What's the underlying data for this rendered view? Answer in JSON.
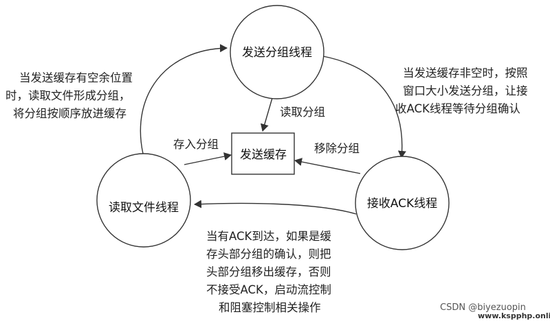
{
  "nodes": {
    "send_thread": "发送分组线程",
    "read_thread": "读取文件线程",
    "ack_thread": "接收ACK线程",
    "send_buffer": "发送缓存"
  },
  "edges": {
    "read_group": "读取分组",
    "store_group": "存入分组",
    "remove_group": "移除分组"
  },
  "notes": {
    "left": [
      "当发送缓存有空余位置",
      "时，读取文件形成分组，",
      "将分组按顺序放进缓存"
    ],
    "right": [
      "当发送缓存非空时，按照",
      "窗口大小发送分组，让接",
      "收ACK线程等待分组确认"
    ],
    "bottom": [
      "当有ACK到达，如果是缓",
      "存头部分组的确认，则把",
      "头部分组移出缓存，否则",
      "不接受ACK，启动流控制",
      "和阻塞控制相关操作"
    ]
  },
  "watermark": {
    "csdn": "CSDN @biyezuopin",
    "site": "www.kspphp.online"
  }
}
